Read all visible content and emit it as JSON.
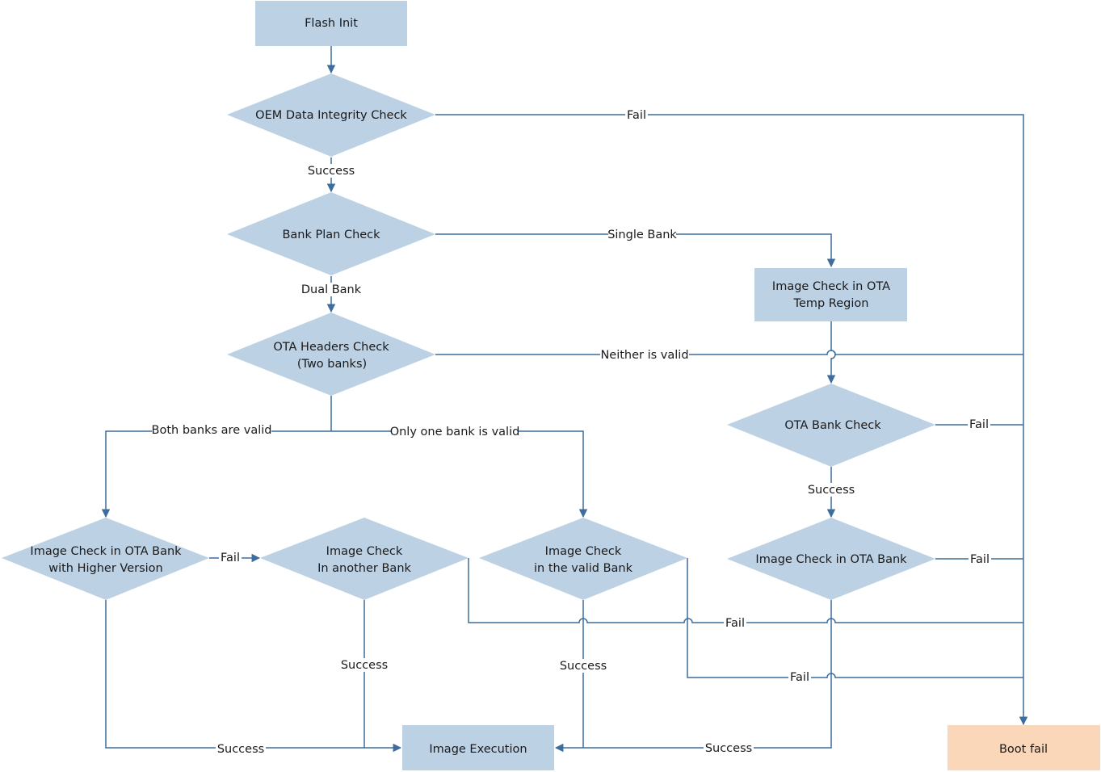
{
  "nodes": {
    "flash_init": "Flash Init",
    "oem_check": "OEM Data Integrity Check",
    "bank_plan": "Bank Plan Check",
    "ota_headers": [
      "OTA Headers Check",
      "(Two banks)"
    ],
    "image_check_temp": [
      "Image Check in OTA",
      "Temp Region"
    ],
    "ota_bank_check": "OTA Bank Check",
    "image_check_ota_bank": "Image Check in OTA Bank",
    "image_check_higher": [
      "Image Check in OTA Bank",
      "with Higher Version"
    ],
    "image_check_another": [
      "Image Check",
      "In another Bank"
    ],
    "image_check_valid": [
      "Image Check",
      "in the valid Bank"
    ],
    "image_execution": "Image Execution",
    "boot_fail": "Boot fail"
  },
  "edge_labels": {
    "oem_fail": "Fail",
    "oem_success": "Success",
    "single_bank": "Single Bank",
    "dual_bank": "Dual Bank",
    "neither_valid": "Neither is valid",
    "both_valid": "Both banks are valid",
    "only_one_valid": "Only one bank is valid",
    "ota_bank_fail": "Fail",
    "ota_bank_success": "Success",
    "ota_image_fail": "Fail",
    "higher_fail": "Fail",
    "another_success": "Success",
    "valid_success": "Success",
    "another_fail": "Fail",
    "valid_fail": "Fail",
    "higher_success": "Success",
    "ota_image_success": "Success"
  },
  "colors": {
    "process_fill": "#bdd1e5",
    "decision_fill": "#bdd1e5",
    "terminal_fail_fill": "#fad7b9",
    "edge_stroke": "#3d6d9c"
  }
}
